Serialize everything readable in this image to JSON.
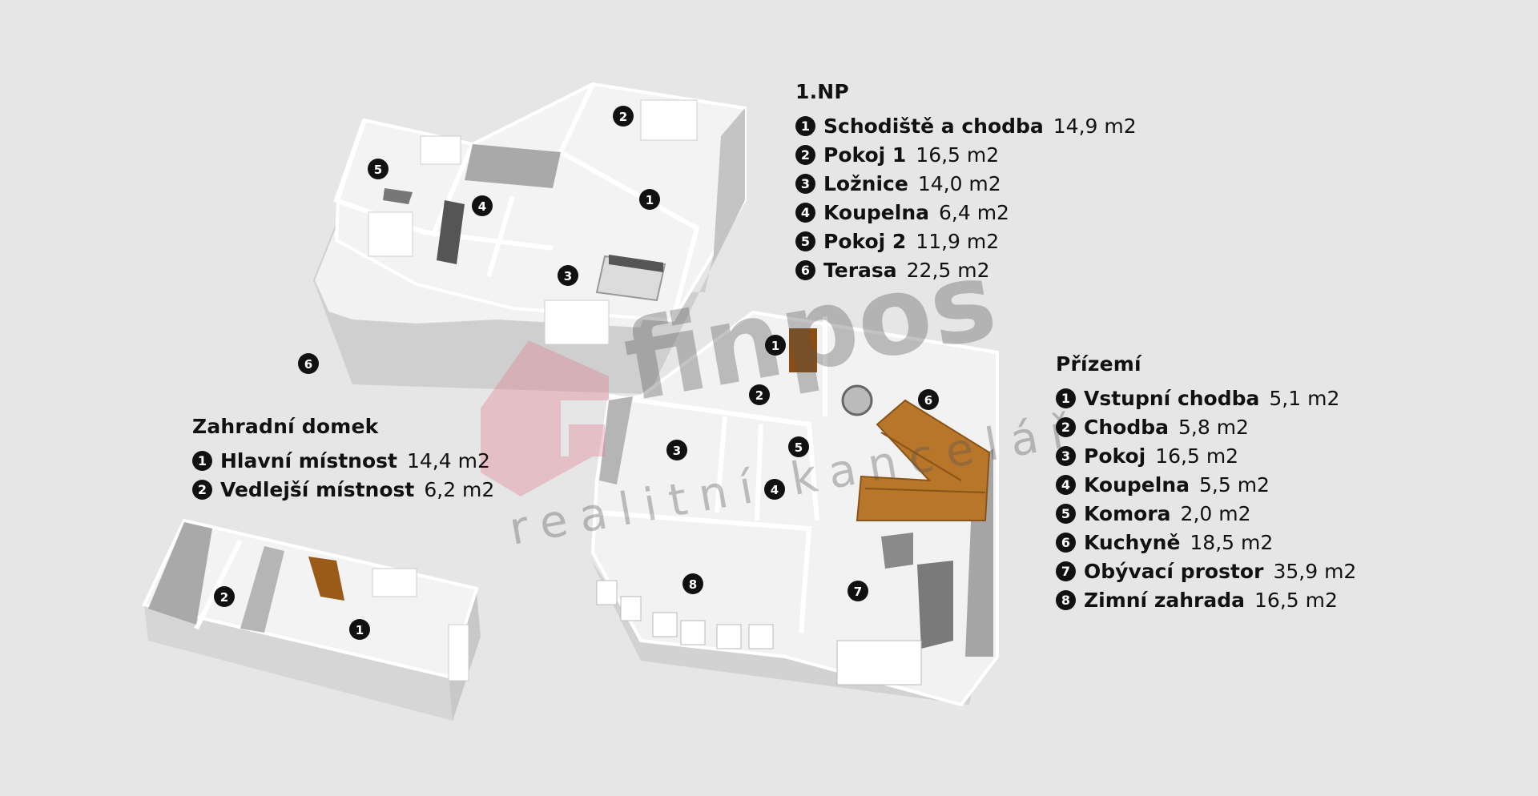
{
  "floors": [
    {
      "title": "1.NP",
      "rooms": [
        {
          "num": "1",
          "name": "Schodiště a chodba",
          "area": "14,9 m2"
        },
        {
          "num": "2",
          "name": "Pokoj 1",
          "area": "16,5 m2"
        },
        {
          "num": "3",
          "name": "Ložnice",
          "area": "14,0 m2"
        },
        {
          "num": "4",
          "name": "Koupelna",
          "area": "6,4 m2"
        },
        {
          "num": "5",
          "name": "Pokoj 2",
          "area": "11,9 m2"
        },
        {
          "num": "6",
          "name": "Terasa",
          "area": "22,5 m2"
        }
      ]
    },
    {
      "title": "Přízemí",
      "rooms": [
        {
          "num": "1",
          "name": "Vstupní chodba",
          "area": "5,1 m2"
        },
        {
          "num": "2",
          "name": "Chodba",
          "area": "5,8 m2"
        },
        {
          "num": "3",
          "name": "Pokoj",
          "area": "16,5 m2"
        },
        {
          "num": "4",
          "name": "Koupelna",
          "area": "5,5 m2"
        },
        {
          "num": "5",
          "name": "Komora",
          "area": "2,0 m2"
        },
        {
          "num": "6",
          "name": "Kuchyně",
          "area": "18,5 m2"
        },
        {
          "num": "7",
          "name": "Obývací prostor",
          "area": "35,9 m2"
        },
        {
          "num": "8",
          "name": "Zimní zahrada",
          "area": "16,5 m2"
        }
      ]
    },
    {
      "title": "Zahradní domek",
      "rooms": [
        {
          "num": "1",
          "name": "Hlavní místnost",
          "area": "14,4 m2"
        },
        {
          "num": "2",
          "name": "Vedlejší místnost",
          "area": "6,2 m2"
        }
      ]
    }
  ],
  "watermark": {
    "brand": "finpos",
    "tagline": "realitní kancelář",
    "brand_color": "#e8a0aa"
  },
  "colors": {
    "floor": "#f4f4f4",
    "wall_top": "#ffffff",
    "wall_side": "#c8c8c8",
    "wood": "#b8762a"
  },
  "plan_markers": {
    "np1": [
      "1",
      "2",
      "3",
      "4",
      "5",
      "6"
    ],
    "ground": [
      "1",
      "2",
      "3",
      "4",
      "5",
      "6",
      "7",
      "8"
    ],
    "garden": [
      "1",
      "2"
    ]
  }
}
